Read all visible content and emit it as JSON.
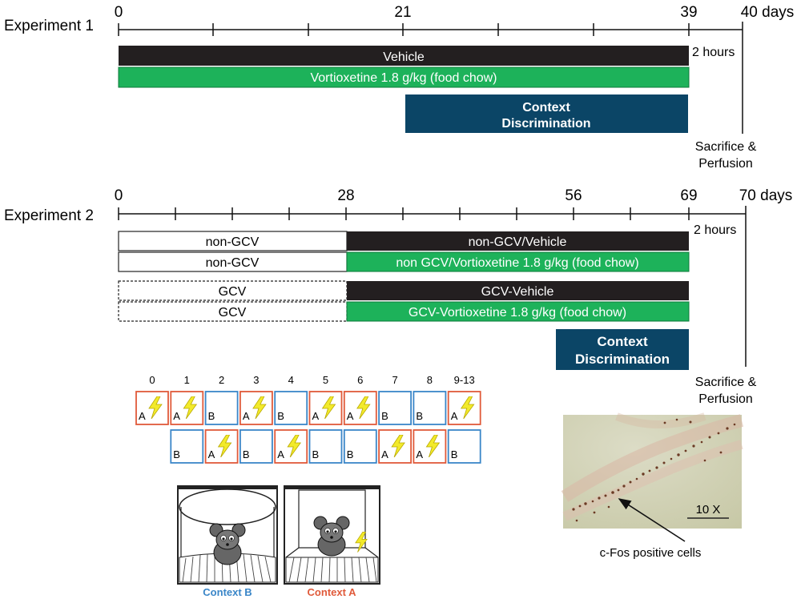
{
  "exp1": {
    "title": "Experiment 1",
    "ticks": [
      "0",
      "21",
      "39",
      "40 days"
    ],
    "bars": {
      "vehicle": "Vehicle",
      "vortioxetine": "Vortioxetine 1.8 g/kg (food chow)"
    },
    "context_discrimination": [
      "Context",
      "Discrimination"
    ],
    "two_hours": "2 hours",
    "sacrifice": [
      "Sacrifice &",
      "Perfusion"
    ]
  },
  "exp2": {
    "title": "Experiment 2",
    "ticks": [
      "0",
      "28",
      "56",
      "69",
      "70 days"
    ],
    "bars": {
      "nongcv1": "non-GCV",
      "nongcv2": "non-GCV",
      "nongcv_vehicle": "non-GCV/Vehicle",
      "nongcv_vort": "non GCV/Vortioxetine 1.8 g/kg (food chow)",
      "gcv1": "GCV",
      "gcv2": "GCV",
      "gcv_vehicle": "GCV-Vehicle",
      "gcv_vort": "GCV-Vortioxetine 1.8 g/kg (food chow)"
    },
    "context_discrimination": [
      "Context",
      "Discrimination"
    ],
    "two_hours": "2 hours",
    "sacrifice": [
      "Sacrifice &",
      "Perfusion"
    ]
  },
  "schedule": {
    "days": [
      "0",
      "1",
      "2",
      "3",
      "4",
      "5",
      "6",
      "7",
      "8",
      "9-13"
    ],
    "row1": [
      "A",
      "A",
      "B",
      "A",
      "B",
      "A",
      "A",
      "B",
      "B",
      "A"
    ],
    "row2": [
      "",
      "B",
      "A",
      "B",
      "A",
      "B",
      "B",
      "A",
      "A",
      "B"
    ],
    "colors": {
      "A": "#e05a3a",
      "B": "#3a86c8",
      "shock": "#f2ea2b"
    }
  },
  "chambers": {
    "context_b": "Context B",
    "context_a": "Context A"
  },
  "micrograph": {
    "scale": "10 X",
    "label": "c-Fos positive cells"
  },
  "colors": {
    "black_bar": "#231f20",
    "green_bar": "#1db25a",
    "navy": "#0b4566"
  }
}
